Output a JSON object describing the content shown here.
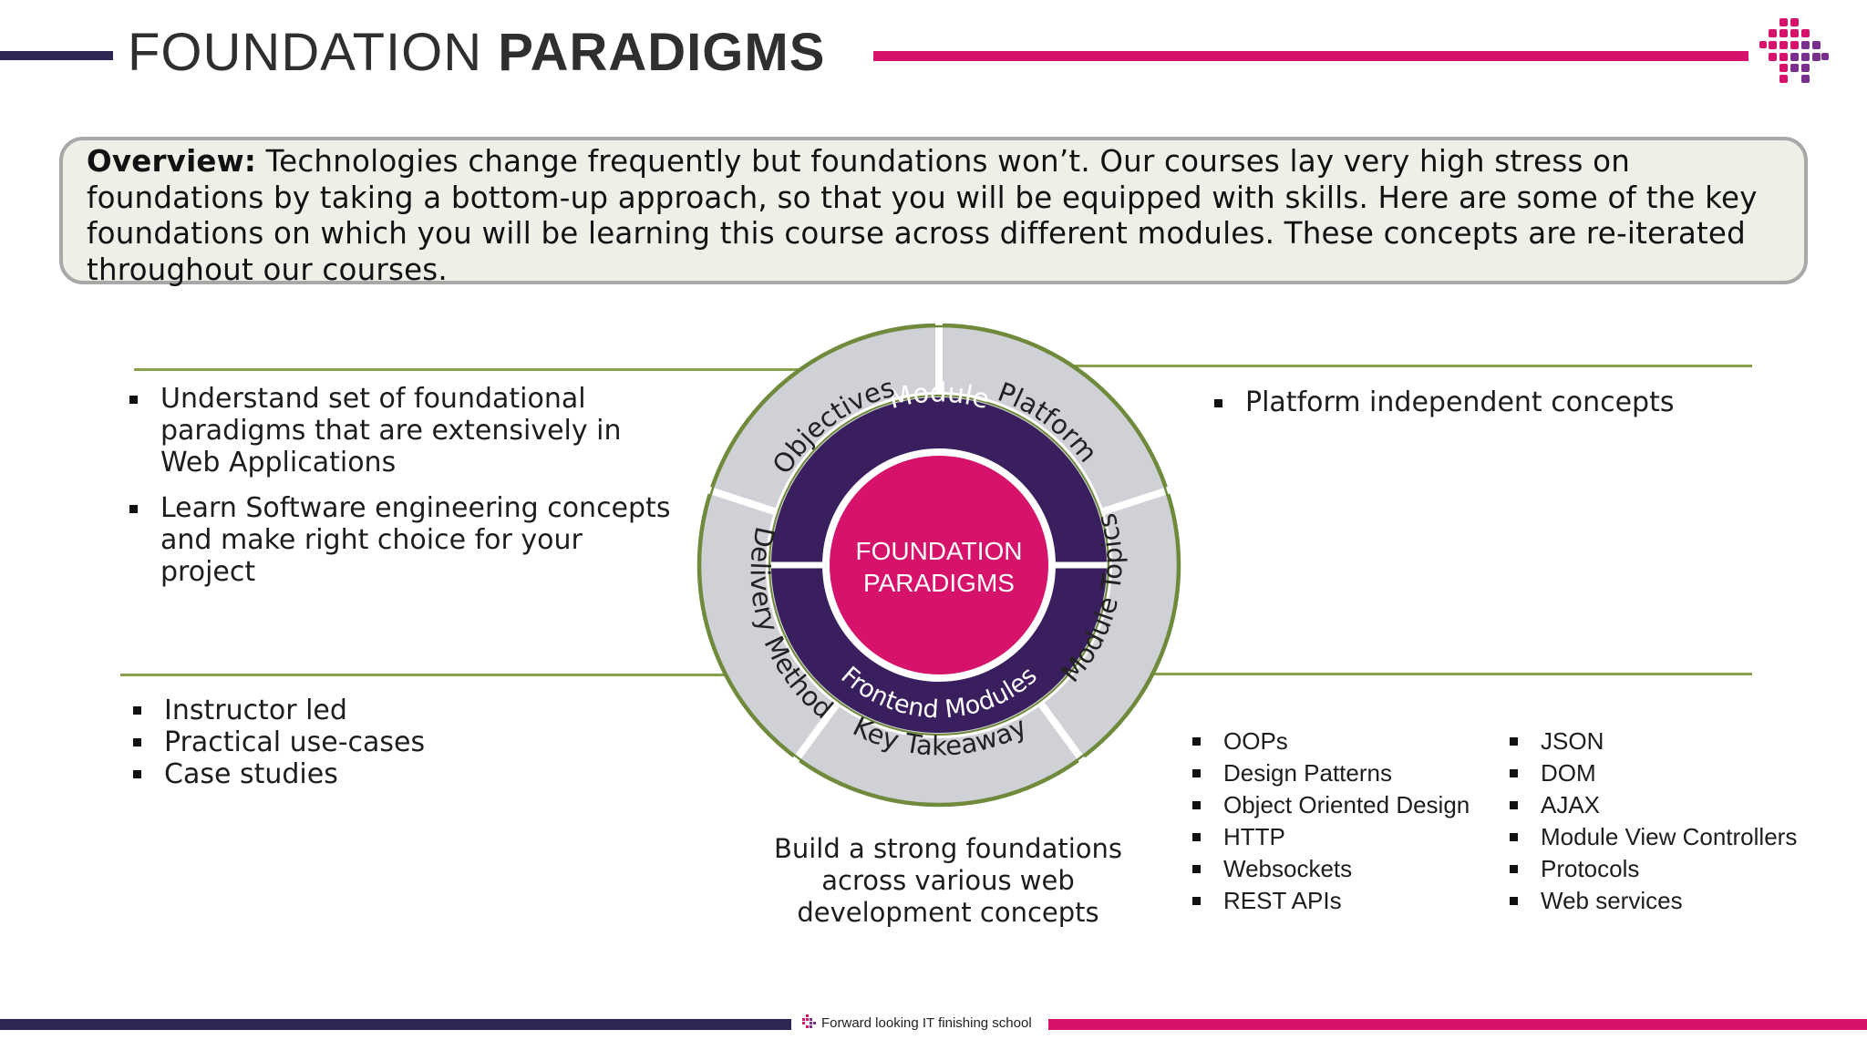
{
  "header": {
    "title_light": "FOUNDATION",
    "title_bold": "PARADIGMS"
  },
  "overview": {
    "label": "Overview:",
    "text": "Technologies change frequently but foundations won’t. Our courses lay very high stress on foundations by taking a bottom-up approach, so that you will be equipped with skills. Here are some of the key foundations on which you will be learning this course across different modules. These concepts are re-iterated throughout our courses."
  },
  "objectives": [
    "Understand set of foundational paradigms that are extensively in Web Applications",
    "Learn Software engineering concepts and make right choice for your project"
  ],
  "platform": [
    "Platform independent concepts"
  ],
  "delivery": [
    "Instructor led",
    "Practical use-cases",
    "Case studies"
  ],
  "topics_col1": [
    "OOPs",
    "Design Patterns",
    "Object Oriented Design",
    "HTTP",
    "Websockets",
    "REST APIs"
  ],
  "topics_col2": [
    "JSON",
    "DOM",
    "AJAX",
    "Module View Controllers",
    "Protocols",
    "Web services"
  ],
  "key_takeaway": "Build a strong foundations across various web development concepts",
  "wheel": {
    "center_line1": "FOUNDATION",
    "center_line2": "PARADIGMS",
    "inner_top": "Module",
    "inner_bottom": "Frontend Modules",
    "segments": {
      "objectives": "Objectives",
      "platform": "Platform",
      "module_topics": "Module Topics",
      "key_takeaway": "Key Takeaway",
      "delivery_method": "Delivery Method"
    }
  },
  "footer": {
    "tagline": "Forward looking IT finishing school"
  },
  "colors": {
    "brand_magenta": "#d6126a",
    "brand_purple": "#302655",
    "accent_green": "#8aa04f",
    "segment_gray": "#cfd1d6"
  },
  "icons": {
    "logo": "dot-grid-logo-icon"
  }
}
